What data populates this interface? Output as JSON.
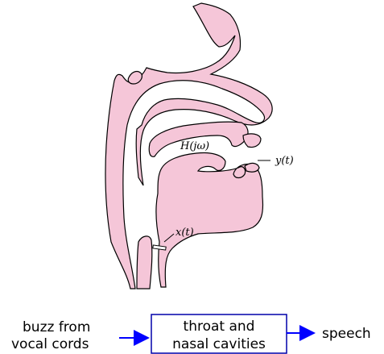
{
  "colors": {
    "tissue_fill": "#f5c6d8",
    "tissue_stroke": "#000000",
    "arrow": "#0000ff",
    "box_border": "#0000aa"
  },
  "anatomy_labels": {
    "filter": "H(jω)",
    "output": "y(t)",
    "input": "x(t)"
  },
  "block_diagram": {
    "input_line1": "buzz from",
    "input_line2": "vocal cords",
    "box_line1": "throat and",
    "box_line2": "nasal cavities",
    "output": "speech"
  }
}
